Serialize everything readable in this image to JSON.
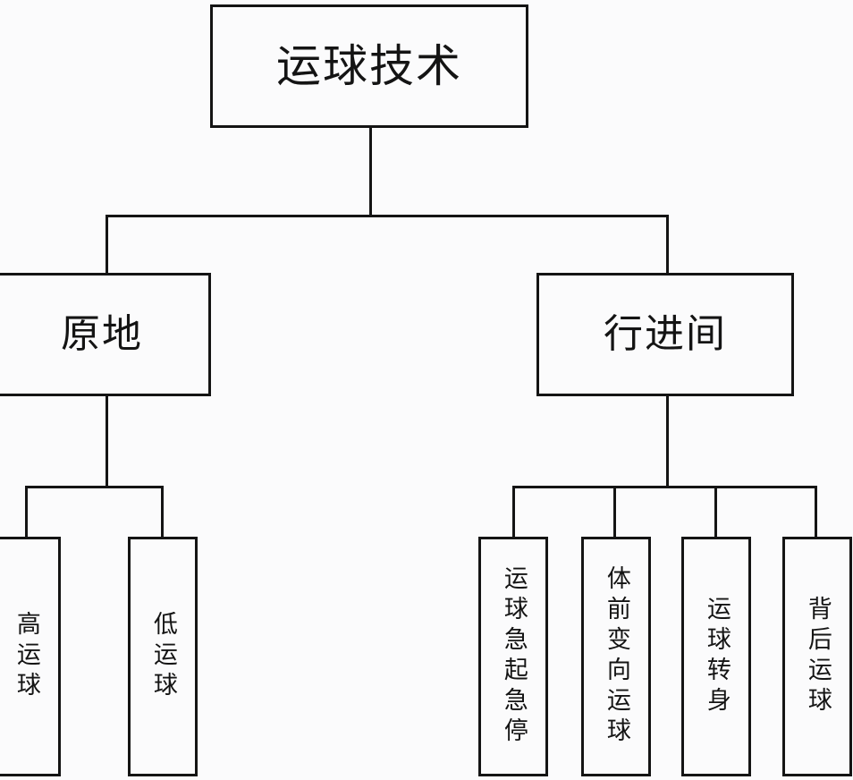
{
  "diagram": {
    "title": "运球技术",
    "type": "hierarchy-tree",
    "root": {
      "label": "运球技术",
      "children": [
        {
          "label": "原地",
          "children": [
            {
              "label": "高运球"
            },
            {
              "label": "低运球"
            }
          ]
        },
        {
          "label": "行进间",
          "children": [
            {
              "label": "运球急起急停"
            },
            {
              "label": "体前变向运球"
            },
            {
              "label": "运球转身"
            },
            {
              "label": "背后运球"
            }
          ]
        }
      ]
    }
  },
  "nodes": {
    "root": "运球技术",
    "level2": [
      "原地",
      "行进间"
    ],
    "level3": [
      "高运球",
      "低运球",
      "运球急起急停",
      "体前变向运球",
      "运球转身",
      "背后运球"
    ]
  },
  "colors": {
    "stroke": "#141414",
    "fill": "#fbfbfc",
    "text": "#141414",
    "background": "#fbfbfc"
  }
}
